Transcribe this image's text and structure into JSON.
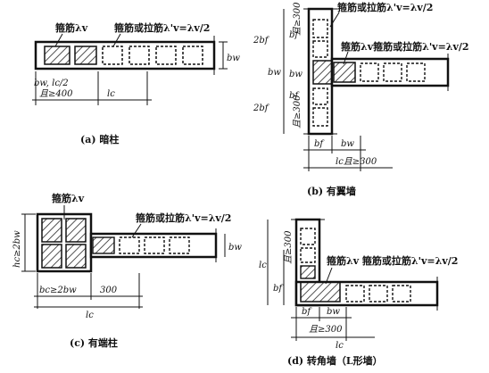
{
  "panel_a": {
    "caption": "(a) 暗柱",
    "label_hoop": "箍筋λv",
    "label_tie": "箍筋或拉筋λ'v=λv/2",
    "dim_bw_right": "bw",
    "dim_left_1": "bw, lc/2",
    "dim_left_2": "且≥400",
    "dim_lc": "lc"
  },
  "panel_b": {
    "caption": "(b) 有翼墙",
    "label_tie_top": "箍筋或拉筋λ'v=λv/2",
    "label_hoop_mid": "箍筋λv箍筋或拉筋λ'v=λv/2",
    "dim_2bf_top": "2bf",
    "dim_bf_top": "bf",
    "dim_300_top": "且≥300",
    "dim_bw_left": "bw",
    "dim_bw_small": "bw",
    "dim_bf_bot": "bf",
    "dim_2bf_bot": "2bf",
    "dim_300_bot": "且≥300",
    "dim_bf_bottom": "bf",
    "dim_bw_bottom": "bw",
    "dim_lc_300": "lc且≥300"
  },
  "panel_c": {
    "caption": "(c) 有端柱",
    "label_hoop": "箍筋λv",
    "label_tie": "箍筋或拉筋λ'v=λv/2",
    "dim_hc": "hc≥2bw",
    "dim_bw": "bw",
    "dim_bc": "bc≥2bw",
    "dim_300": "300",
    "dim_lc": "lc"
  },
  "panel_d": {
    "caption": "(d) 转角墙（L形墙）",
    "label": "箍筋λv 箍筋或拉筋λ'v=λv/2",
    "dim_300_vert": "且≥300",
    "dim_lc": "lc",
    "dim_bf": "bf",
    "dim_bf_bottom": "bf",
    "dim_bw_bottom": "bw",
    "dim_300_bottom": "且≥300",
    "dim_lc_bottom": "lc"
  }
}
